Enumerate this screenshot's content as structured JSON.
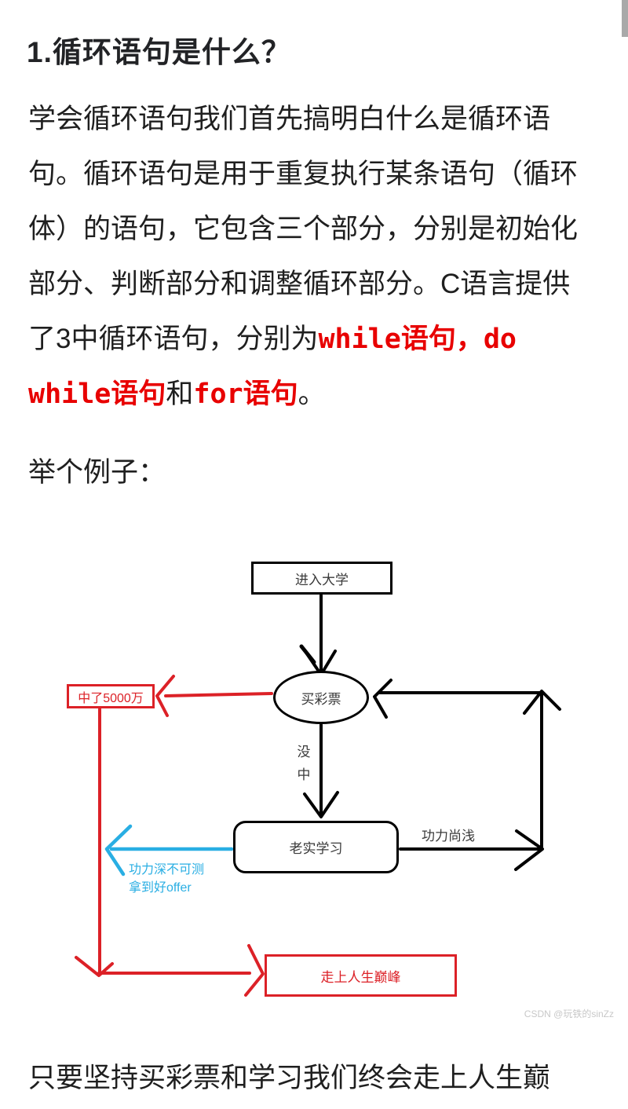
{
  "article": {
    "heading": "1.循环语句是什么？",
    "paragraph_segments": [
      {
        "text": "学会循环语句我们首先搞明白什么是循环语句。循环语句是用于重复执行某条语句（循环体）的语句，它包含三个部分，分别是初始化部分、判断部分和调整循环部分。C语言提供了3中循环语句，分别为",
        "style": "t-normal"
      },
      {
        "text": "while语句",
        "style": "t-code-red"
      },
      {
        "text": "，",
        "style": "t-code-red"
      },
      {
        "text": "do while语句",
        "style": "t-code-red"
      },
      {
        "text": "和",
        "style": "t-normal"
      },
      {
        "text": "for语句",
        "style": "t-code-red"
      },
      {
        "text": "。",
        "style": "t-normal"
      }
    ],
    "example_label": "举个例子：",
    "footer_text": "只要坚持买彩票和学习我们终会走上人生巅"
  },
  "flowchart": {
    "nodes": {
      "enter_university": "进入大学",
      "buy_lottery": "买彩票",
      "study_honestly": "老实学习",
      "won_50_million": "中了5000万",
      "life_peak": "走上人生巅峰"
    },
    "edge_labels": {
      "no_win_char1": "没",
      "no_win_char2": "中",
      "skill_shallow": "功力尚浅",
      "skill_deep": "功力深不可测",
      "good_offer": "拿到好offer"
    },
    "watermark": "CSDN @玩铁的sinZz",
    "colors": {
      "line_black": "#000000",
      "line_red": "#dc2127",
      "line_cyan": "#29aee3",
      "inline_code_red": "#e80000",
      "scrollbar": "#a9a9a9"
    }
  }
}
